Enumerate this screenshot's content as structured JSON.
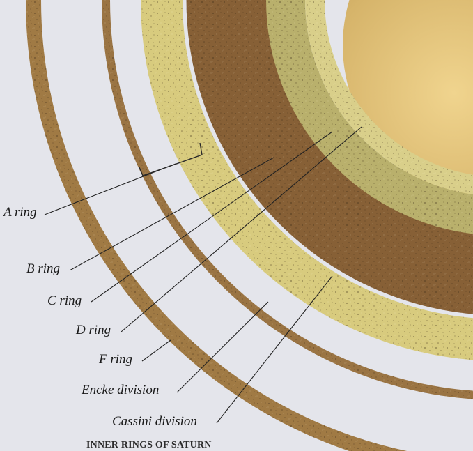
{
  "figure": {
    "title": "INNER RINGS OF SATURN",
    "labels": {
      "a_ring": "A ring",
      "b_ring": "B ring",
      "c_ring": "C ring",
      "d_ring": "D ring",
      "f_ring": "F ring",
      "encke": "Encke division",
      "cassini": "Cassini division"
    },
    "colors": {
      "background": "#e4e5eb",
      "planet": "#d6b46a",
      "outer_brown_band": "#a07a44",
      "a_ring": "#d8cb7e",
      "b_ring": "#876036",
      "c_ring": "#c4bf78",
      "d_ring": "#d9cf8a",
      "leader_lines": "#222222"
    }
  }
}
